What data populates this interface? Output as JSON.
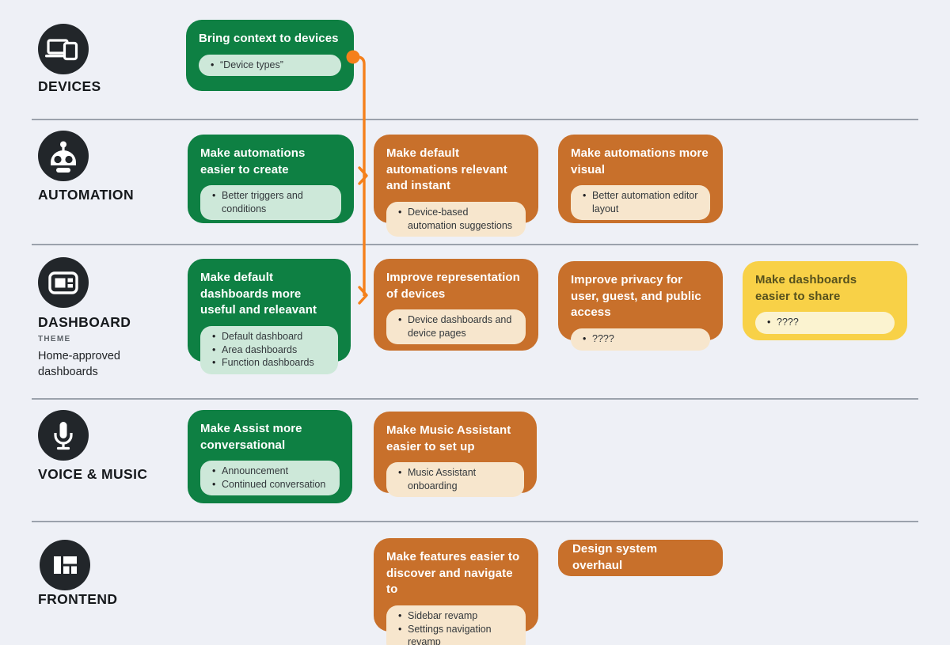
{
  "colors": {
    "background": "#eef0f6",
    "green_card": "#0e8043",
    "green_pill": "#cde8d9",
    "orange_card": "#c8702b",
    "orange_pill": "#f7e6cd",
    "yellow_card": "#f8d147",
    "yellow_pill": "#fbf3d0",
    "icon_circle": "#22262a",
    "divider": "#9ba2ac",
    "connector": "#f5801b"
  },
  "rows": [
    {
      "label": "DEVICES",
      "icon": "devices-icon",
      "cards": [
        {
          "variant": "green",
          "title": "Bring context to devices",
          "bullets": [
            "“Device types”"
          ]
        }
      ]
    },
    {
      "label": "AUTOMATION",
      "icon": "robot-icon",
      "cards": [
        {
          "variant": "green",
          "title": "Make automations easier to create",
          "bullets": [
            "Better triggers and conditions"
          ]
        },
        {
          "variant": "orange",
          "title": "Make default automations relevant and instant",
          "bullets": [
            "Device-based automation suggestions"
          ]
        },
        {
          "variant": "orange",
          "title": "Make automations more visual",
          "bullets": [
            "Better automation editor layout"
          ]
        }
      ]
    },
    {
      "label": "DASHBOARD",
      "sublabel": "THEME",
      "theme": "Home-approved dashboards",
      "icon": "dashboard-icon",
      "cards": [
        {
          "variant": "green",
          "title": "Make default dashboards more useful and releavant",
          "bullets": [
            "Default dashboard",
            "Area dashboards",
            "Function dashboards"
          ]
        },
        {
          "variant": "orange",
          "title": "Improve representation of devices",
          "bullets": [
            "Device dashboards and device pages"
          ]
        },
        {
          "variant": "orange",
          "title": "Improve privacy for user, guest, and public access",
          "bullets": [
            "????"
          ]
        },
        {
          "variant": "yellow",
          "title": "Make dashboards easier to share",
          "bullets": [
            "????"
          ]
        }
      ]
    },
    {
      "label": "VOICE & MUSIC",
      "icon": "microphone-icon",
      "cards": [
        {
          "variant": "green",
          "title": "Make Assist more conversational",
          "bullets": [
            "Announcement",
            "Continued conversation"
          ]
        },
        {
          "variant": "orange",
          "title": "Make Music Assistant easier to set up",
          "bullets": [
            "Music Assistant onboarding"
          ]
        }
      ]
    },
    {
      "label": "FRONTEND",
      "icon": "frontend-layout-icon",
      "cards": [
        {
          "variant": "orange",
          "title": "Make features easier to discover and navigate to",
          "bullets": [
            "Sidebar revamp",
            "Settings navigation revamp"
          ]
        },
        {
          "variant": "orange",
          "title": "Design system overhaul",
          "bullets": []
        }
      ]
    }
  ]
}
